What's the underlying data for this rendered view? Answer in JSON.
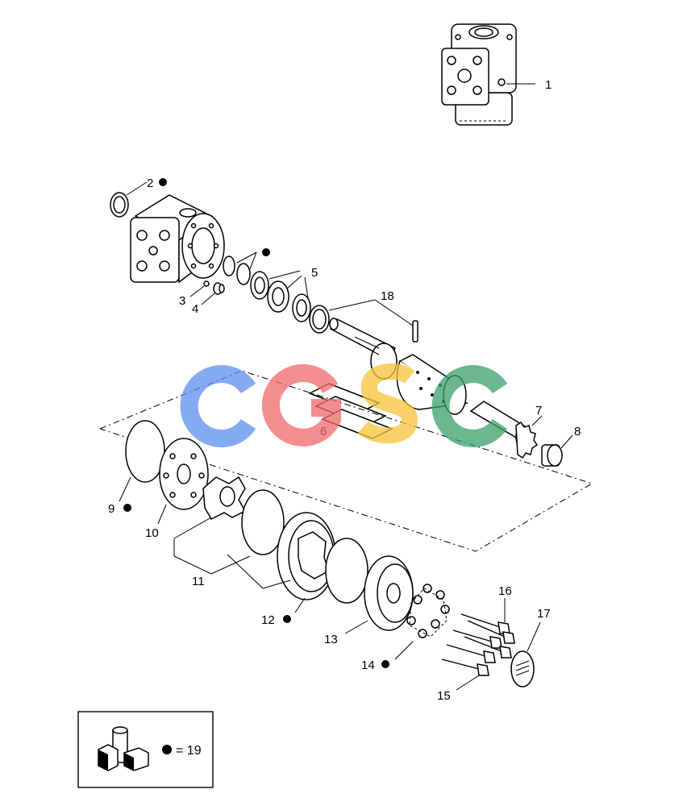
{
  "callouts": [
    {
      "id": "c1",
      "label": "1"
    },
    {
      "id": "c2",
      "label": "2"
    },
    {
      "id": "c3",
      "label": "3"
    },
    {
      "id": "c4",
      "label": "4"
    },
    {
      "id": "c5",
      "label": "5"
    },
    {
      "id": "c6",
      "label": "6"
    },
    {
      "id": "c7",
      "label": "7"
    },
    {
      "id": "c8",
      "label": "8"
    },
    {
      "id": "c9",
      "label": "9"
    },
    {
      "id": "c10",
      "label": "10"
    },
    {
      "id": "c11",
      "label": "11"
    },
    {
      "id": "c12",
      "label": "12"
    },
    {
      "id": "c13",
      "label": "13"
    },
    {
      "id": "c14",
      "label": "14"
    },
    {
      "id": "c15",
      "label": "15"
    },
    {
      "id": "c16",
      "label": "16"
    },
    {
      "id": "c17",
      "label": "17"
    },
    {
      "id": "c18",
      "label": "18"
    }
  ],
  "legend": {
    "text": "= 19"
  },
  "watermark": {
    "letters": [
      "C",
      "G",
      "S",
      "C"
    ],
    "colors": [
      "#5b8ef0",
      "#f0686a",
      "#f6c437",
      "#3aa06a"
    ]
  }
}
